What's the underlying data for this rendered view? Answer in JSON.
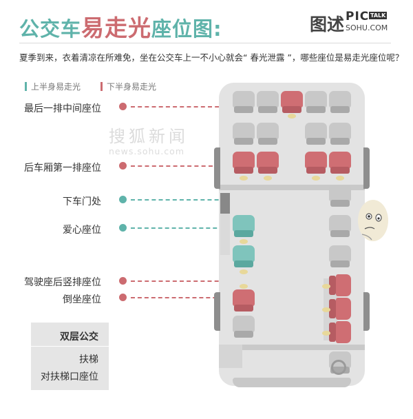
{
  "title": {
    "part1": "公交车",
    "part2": "易走光",
    "part3": "座位图:"
  },
  "logo": {
    "mark": "图述",
    "pic": "PIC",
    "talk": "TALK",
    "site": "SOHU.COM"
  },
  "subtitle": "夏季到来，衣着清凉在所难免，坐在公交车上一不小心就会“ 春光泄露 ”，哪些座位是易走光座位呢？",
  "legend": {
    "upper": {
      "label": "上半身易走光",
      "color": "#5fb3aa"
    },
    "lower": {
      "label": "下半身易走光",
      "color": "#cc6b70"
    }
  },
  "watermark": {
    "cn": "搜狐新闻",
    "en": "news.sohu.com"
  },
  "labels": {
    "last_row_middle": "最后一排中间座位",
    "rear_first_row": "后车厢第一排座位",
    "exit_door": "下车门处",
    "priority_seat": "爱心座位",
    "behind_driver_column": "驾驶座后竖排座位",
    "rear_facing": "倒坐座位"
  },
  "double_decker": {
    "heading": "双层公交",
    "stairs": "扶梯",
    "stairs_seat": "对扶梯口座位"
  },
  "colors": {
    "teal": "#5fb3aa",
    "red": "#cc6b70",
    "bus": "#e3e3e3",
    "seat_gray": "#c8c8c8"
  }
}
